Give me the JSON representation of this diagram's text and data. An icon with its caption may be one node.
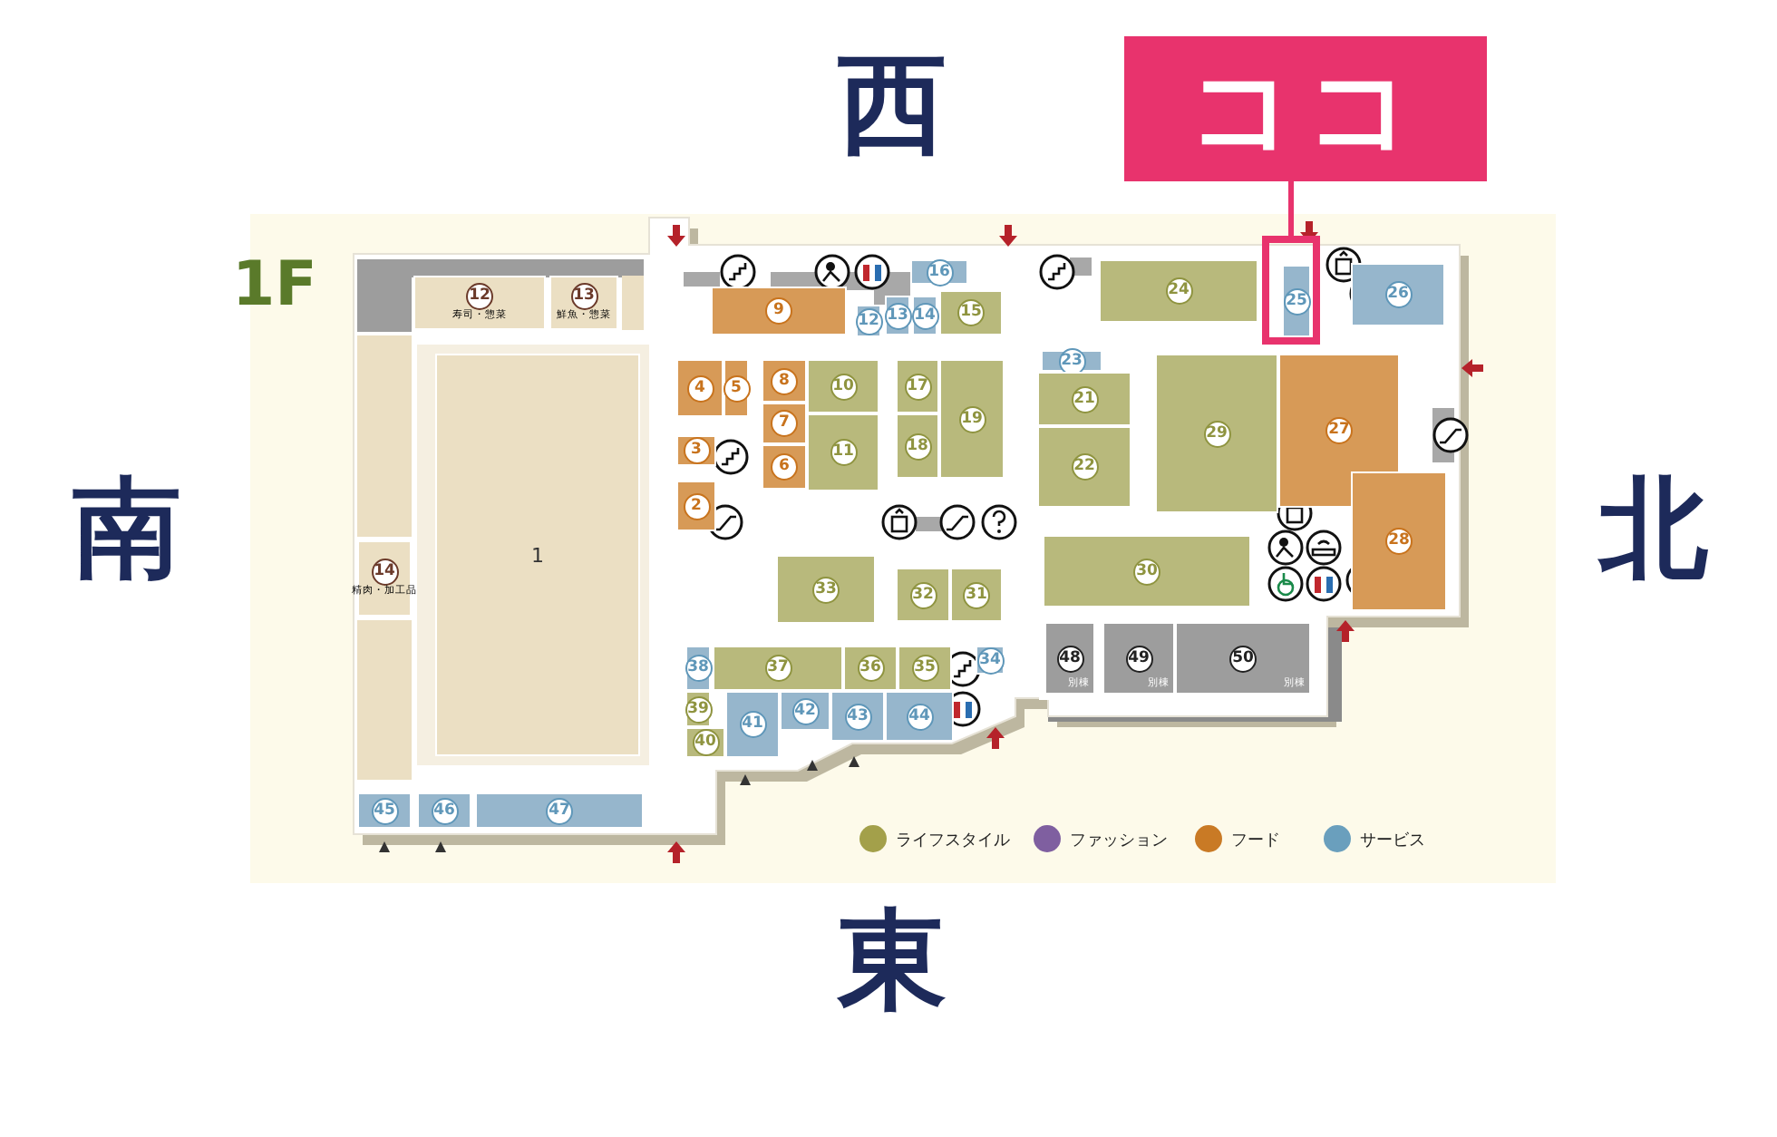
{
  "diagram": {
    "nodes": [
      {
        "text": [
          "ココ"
        ]
      },
      {
        "text": [],
        "shape": "box"
      },
      {
        "text": [
          "12",
          "寿司・惣菜"
        ]
      },
      {
        "text": [
          "13",
          "鮮魚・惣菜"
        ]
      },
      {
        "text": [
          "1"
        ]
      },
      {
        "text": [
          "14",
          "精肉・加工品"
        ]
      },
      {
        "text": [
          "9"
        ]
      },
      {
        "text": [
          "16"
        ]
      },
      {
        "text": [
          "12"
        ]
      },
      {
        "text": [
          "13"
        ]
      },
      {
        "text": [
          "14"
        ]
      },
      {
        "text": [
          "15"
        ]
      },
      {
        "text": [
          "24"
        ]
      },
      {
        "text": [
          "25"
        ],
        "in": 1
      },
      {
        "text": [
          "26"
        ]
      },
      {
        "text": [
          "4"
        ]
      },
      {
        "text": [
          "5"
        ]
      },
      {
        "text": [
          "8"
        ]
      },
      {
        "text": [
          "10"
        ]
      },
      {
        "text": [
          "17"
        ]
      },
      {
        "text": [
          "19"
        ]
      },
      {
        "text": [
          "23"
        ]
      },
      {
        "text": [
          "21"
        ]
      },
      {
        "text": [
          "29"
        ]
      },
      {
        "text": [
          "27"
        ]
      },
      {
        "text": [
          "7"
        ]
      },
      {
        "text": [
          "11"
        ]
      },
      {
        "text": [
          "18"
        ]
      },
      {
        "text": [
          "22"
        ]
      },
      {
        "text": [
          "3"
        ]
      },
      {
        "text": [
          "6"
        ]
      },
      {
        "text": [
          "2"
        ]
      },
      {
        "text": [
          "28"
        ]
      },
      {
        "text": [
          "30"
        ]
      },
      {
        "text": [
          "33"
        ]
      },
      {
        "text": [
          "32"
        ]
      },
      {
        "text": [
          "31"
        ]
      },
      {
        "text": [
          "48",
          "別棟"
        ]
      },
      {
        "text": [
          "49",
          "別棟"
        ]
      },
      {
        "text": [
          "50",
          "別棟"
        ]
      },
      {
        "text": [
          "38"
        ]
      },
      {
        "text": [
          "37"
        ]
      },
      {
        "text": [
          "36"
        ]
      },
      {
        "text": [
          "35"
        ]
      },
      {
        "text": [
          "34"
        ]
      },
      {
        "text": [
          "39"
        ]
      },
      {
        "text": [
          "41"
        ]
      },
      {
        "text": [
          "42"
        ]
      },
      {
        "text": [
          "43"
        ]
      },
      {
        "text": [
          "44"
        ]
      },
      {
        "text": [
          "40"
        ]
      },
      {
        "text": [
          "45"
        ]
      },
      {
        "text": [
          "46"
        ]
      },
      {
        "text": [
          "47"
        ]
      }
    ],
    "edges": [
      {
        "from": 0,
        "to": 1,
        "arrow": "none"
      }
    ],
    "labels": [
      "西",
      "1F",
      "南",
      "北",
      "東"
    ],
    "legend": [
      {
        "text": "ライフスタイル",
        "color": "#a3a04a"
      },
      {
        "text": "ファッション",
        "color": "#7f5fa0"
      },
      {
        "text": "フード",
        "color": "#c97a25"
      },
      {
        "text": "サービス",
        "color": "#6a9fbd"
      }
    ]
  }
}
